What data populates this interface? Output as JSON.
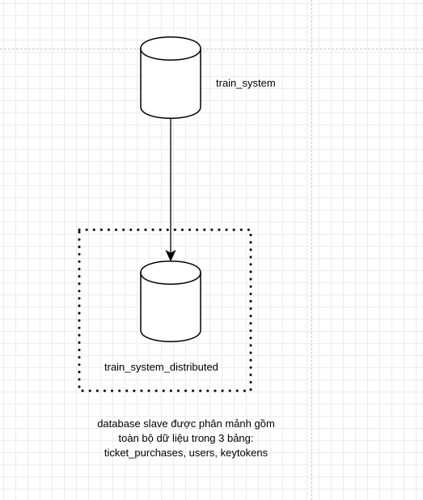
{
  "nodes": {
    "source_db": {
      "label": "train_system",
      "shape": "cylinder-icon"
    },
    "target_db": {
      "label": "train_system_distributed",
      "shape": "cylinder-icon"
    }
  },
  "note": {
    "lines": [
      "database slave được phân mảnh gồm",
      "toàn bộ dữ liệu trong 3 bảng:",
      "ticket_purchases, users, keytokens"
    ]
  },
  "colors": {
    "stroke": "#000000",
    "grid": "#ececec",
    "page_break": "#c8c8c8",
    "background": "#ffffff"
  }
}
